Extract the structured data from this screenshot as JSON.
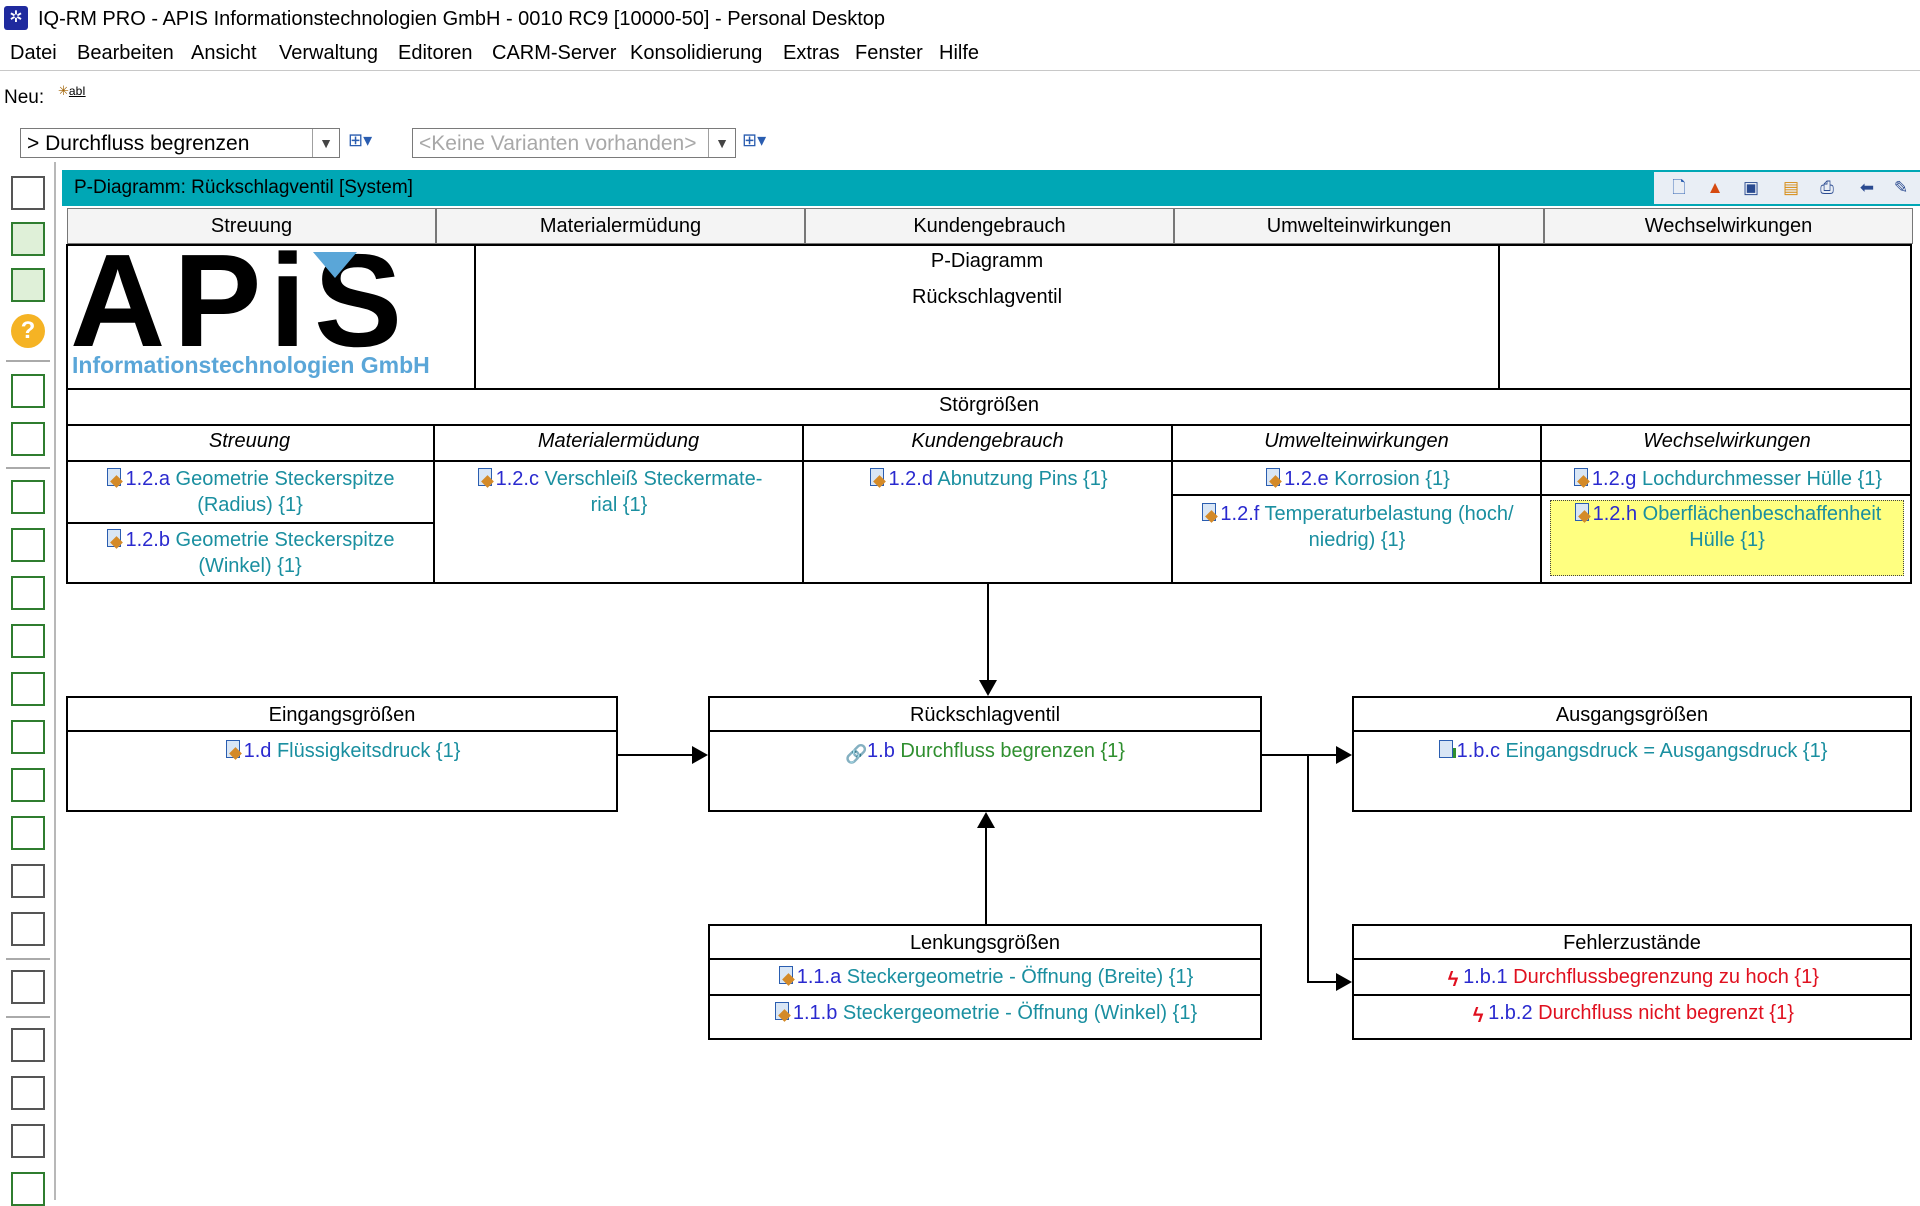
{
  "window": {
    "title": "IQ-RM PRO - APIS Informationstechnologien GmbH - 0010 RC9 [10000-50] - Personal Desktop"
  },
  "menu": [
    "Datei",
    "Bearbeiten",
    "Ansicht",
    "Verwaltung",
    "Editoren",
    "CARM-Server",
    "Konsolidierung",
    "Extras",
    "Fenster",
    "Hilfe"
  ],
  "toolbar": {
    "new_label": "Neu:"
  },
  "selectors": {
    "function_value": "> Durchfluss begrenzen",
    "variant_placeholder": "<Keine Varianten vorhanden>"
  },
  "panel": {
    "title": "P-Diagramm: Rückschlagventil [System]"
  },
  "header_row": [
    "Streuung",
    "Materialermüdung",
    "Kundengebrauch",
    "Umwelteinwirkungen",
    "Wechselwirkungen"
  ],
  "logo": {
    "text": "APiS",
    "subtitle": "Informationstechnologien GmbH"
  },
  "diagram": {
    "title_line1": "P-Diagramm",
    "title_line2": "Rückschlagventil"
  },
  "stoer": {
    "title": "Störgrößen",
    "columns": [
      {
        "title": "Streuung",
        "items": [
          {
            "id": "1.2.a",
            "text": "Geometrie Steckerspitze",
            "text2": "(Radius) {1}"
          },
          {
            "id": "1.2.b",
            "text": "Geometrie Steckerspitze",
            "text2": "(Winkel) {1}"
          }
        ]
      },
      {
        "title": "Materialermüdung",
        "items": [
          {
            "id": "1.2.c",
            "text": "Verschleiß Steckermate-",
            "text2": "rial {1}"
          }
        ]
      },
      {
        "title": "Kundengebrauch",
        "items": [
          {
            "id": "1.2.d",
            "text": "Abnutzung Pins {1}"
          }
        ]
      },
      {
        "title": "Umwelteinwirkungen",
        "items": [
          {
            "id": "1.2.e",
            "text": "Korrosion {1}"
          },
          {
            "id": "1.2.f",
            "text": "Temperaturbelastung (hoch/",
            "text2": "niedrig) {1}"
          }
        ]
      },
      {
        "title": "Wechselwirkungen",
        "items": [
          {
            "id": "1.2.g",
            "text": "Lochdurchmesser Hülle {1}"
          },
          {
            "id": "1.2.h",
            "text": "Oberflächenbeschaffenheit",
            "text2": "Hülle {1}"
          }
        ]
      }
    ]
  },
  "eingang": {
    "title": "Eingangsgrößen",
    "id": "1.d",
    "text": "Flüssigkeitsdruck {1}"
  },
  "system": {
    "title": "Rückschlagventil",
    "id": "1.b",
    "text": "Durchfluss begrenzen {1}"
  },
  "ausgang": {
    "title": "Ausgangsgrößen",
    "id": "1.b.c",
    "text": "Eingangsdruck = Ausgangsdruck {1}"
  },
  "lenkung": {
    "title": "Lenkungsgrößen",
    "items": [
      {
        "id": "1.1.a",
        "text": "Steckergeometrie - Öffnung (Breite) {1}"
      },
      {
        "id": "1.1.b",
        "text": "Steckergeometrie - Öffnung (Winkel) {1}"
      }
    ]
  },
  "fehler": {
    "title": "Fehlerzustände",
    "items": [
      {
        "id": "1.b.1",
        "text": "Durchflussbegrenzung zu hoch {1}"
      },
      {
        "id": "1.b.2",
        "text": "Durchfluss nicht begrenzt {1}"
      }
    ]
  },
  "colors": {
    "accent": "#00a7b5",
    "highlight": "#ffff80",
    "item": "#1a8fa0",
    "id": "#2a2acf",
    "error": "#e0101f",
    "function": "#2f8f2f"
  }
}
